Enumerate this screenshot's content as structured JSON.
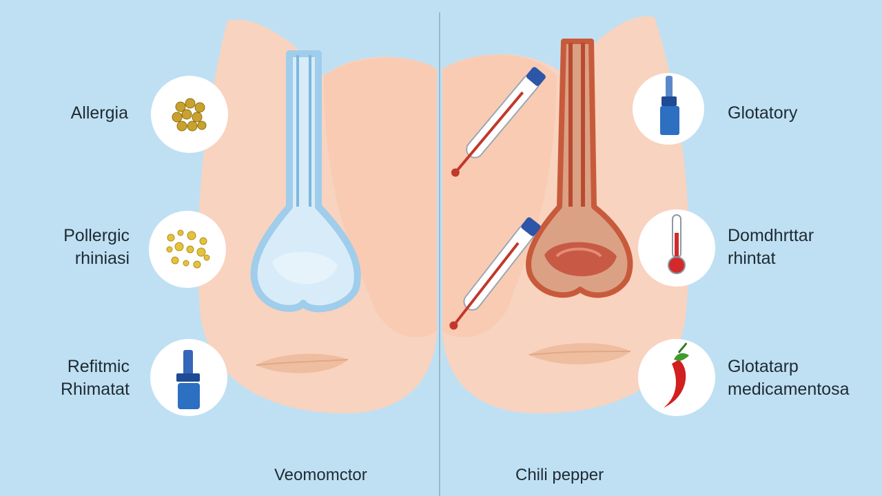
{
  "colors": {
    "background": "#bfe0f3",
    "face_skin": "#f8d3bf",
    "cheek": "#f9cbb3",
    "clear_nose": "#9fcdeb",
    "inflamed_nose": "#c85a3c",
    "icon_blue": "#2d6fc0",
    "thermometer_red": "#d22a2a"
  },
  "left_panel": {
    "labels": [
      {
        "lines": [
          "Allergia"
        ],
        "icon": "pollen-cluster-icon"
      },
      {
        "lines": [
          "Pollergic",
          "rhiniasi"
        ],
        "icon": "pollen-scatter-icon"
      },
      {
        "lines": [
          "Refitmic",
          "Rhimatat"
        ],
        "icon": "nasal-spray-icon"
      }
    ],
    "caption": "Veomomctor"
  },
  "right_panel": {
    "labels": [
      {
        "lines": [
          "Glotatory"
        ],
        "icon": "nasal-spray-bottle-icon"
      },
      {
        "lines": [
          "Domdhrttar",
          "rhintat"
        ],
        "icon": "thermometer-icon"
      },
      {
        "lines": [
          "Glotatarp",
          "medicamentosa"
        ],
        "icon": "chili-pepper-icon"
      }
    ],
    "caption": "Chili pepper"
  }
}
